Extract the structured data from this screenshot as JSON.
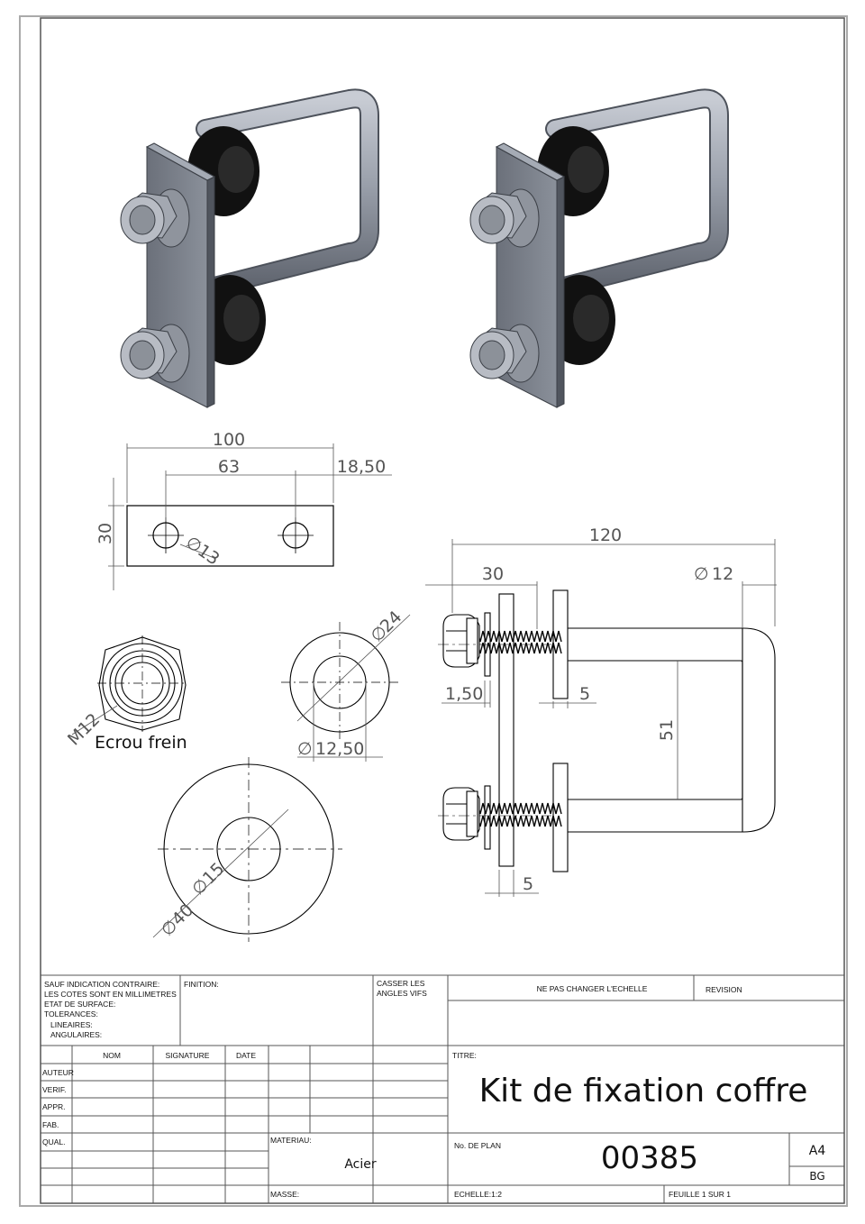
{
  "drawing": {
    "part_labels": {
      "nut_label": "Ecrou frein"
    },
    "dimensions": {
      "plate_length": "100",
      "plate_hole_spacing": "63",
      "plate_edge_offset": "18,50",
      "plate_height": "30",
      "plate_hole_dia": "13",
      "nut_thread": "M12",
      "washer_outer_dia": "24",
      "washer_inner_dia": "12,50",
      "big_washer_outer_dia": "40",
      "big_washer_inner_dia": "15",
      "ubolt_length": "120",
      "ubolt_thread_length": "30",
      "ubolt_rod_dia": "12",
      "washer_thickness": "1,50",
      "pad_thickness": "5",
      "ubolt_inner_width": "51",
      "plate_thickness": "5"
    },
    "colors": {
      "line": "#000000",
      "dimension": "#555555",
      "frame": "#aaaaaa",
      "metal": "#9aa0ab",
      "rubber": "#111111"
    }
  },
  "title_block": {
    "general_notes": [
      "SAUF INDICATION CONTRAIRE:",
      "LES COTES SONT EN MILLIMETRES",
      "ETAT DE SURFACE:",
      "TOLERANCES:",
      "LINEAIRES:",
      "ANGULAIRES:"
    ],
    "finition_label": "FINITION:",
    "casser_label": [
      "CASSER LES",
      "ANGLES VIFS"
    ],
    "scale_note": "NE PAS CHANGER L'ECHELLE",
    "revision_label": "REVISION",
    "col_headers": [
      "NOM",
      "SIGNATURE",
      "DATE"
    ],
    "row_labels": [
      "AUTEUR",
      "VERIF.",
      "APPR.",
      "FAB.",
      "QUAL."
    ],
    "titre_label": "TITRE:",
    "title": "Kit de fixation coffre",
    "materiau_label": "MATERIAU:",
    "material": "Acier",
    "plan_label": "No. DE PLAN",
    "plan_number": "00385",
    "format": "A4",
    "revision_code": "BG",
    "masse_label": "MASSE:",
    "scale": "ECHELLE:1:2",
    "sheet": "FEUILLE 1 SUR 1"
  }
}
